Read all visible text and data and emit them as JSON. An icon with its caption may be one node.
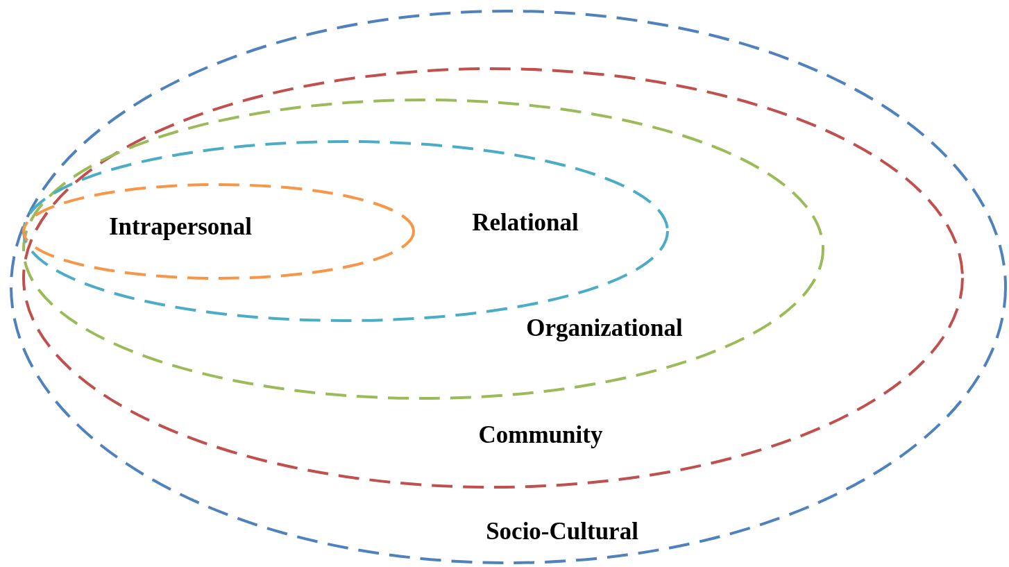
{
  "diagram": {
    "nodes": [
      {
        "text": [
          "Socio-Cultural"
        ]
      },
      {
        "text": [
          "Community"
        ],
        "in": 0
      },
      {
        "text": [
          "Organizational"
        ],
        "in": 1
      },
      {
        "text": [
          "Relational"
        ],
        "in": 2
      },
      {
        "text": [
          "Intrapersonal"
        ],
        "in": 3
      }
    ]
  }
}
